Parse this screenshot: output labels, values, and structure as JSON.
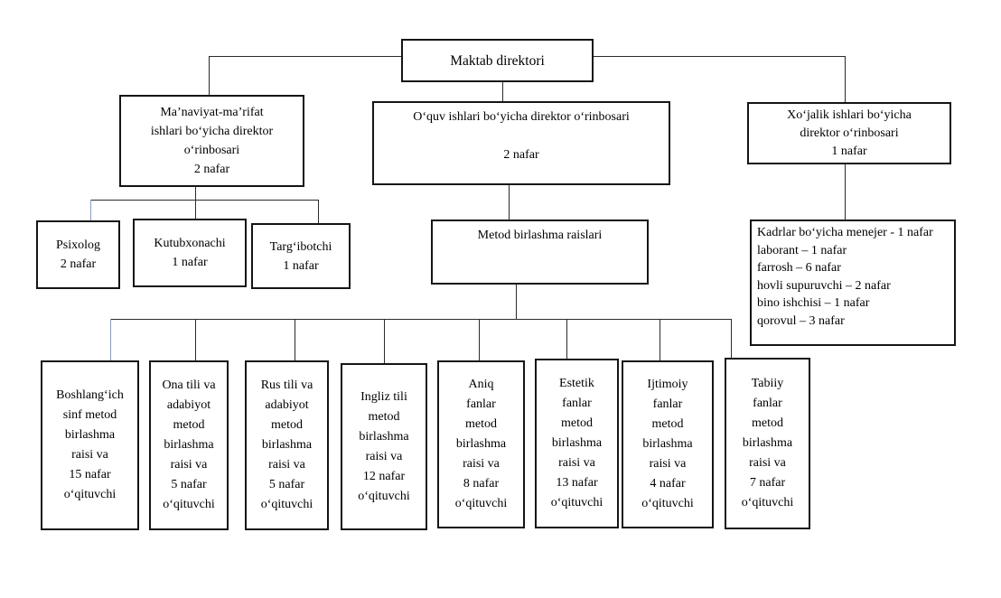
{
  "diagram": {
    "type": "org-chart",
    "root": {
      "label": "Maktab direktori"
    },
    "deputies": [
      {
        "id": "manaviyat",
        "label": "Maʼnaviyat-maʼrifat\nishlari boʻyicha direktor\noʻrinbosari\n2 nafar"
      },
      {
        "id": "oquv",
        "label": "Oʻquv ishlari boʻyicha direktor oʻrinbosari\n\n2 nafar"
      },
      {
        "id": "xojalik",
        "label": "Xoʻjalik ishlari boʻyicha\ndirektor oʻrinbosari\n1 nafar"
      }
    ],
    "support_staff": [
      {
        "label": "Psixolog\n2 nafar"
      },
      {
        "label": "Kutubxonachi\n1 nafar"
      },
      {
        "label": "Targʻibotchi\n1 nafar"
      }
    ],
    "metod": {
      "label": "Metod birlashma raislari"
    },
    "kadrlar": {
      "label": "Kadrlar boʻyicha menejer -  1 nafar\nlaborant – 1 nafar\nfarrosh – 6 nafar\nhovli supuruvchi – 2 nafar\nbino ishchisi – 1 nafar\nqorovul – 3 nafar"
    },
    "method_units": [
      {
        "label": "Boshlangʻich\nsinf metod\nbirlashma\nraisi va\n15 nafar\noʻqituvchi"
      },
      {
        "label": "Ona tili va\nadabiyot\nmetod\nbirlashma\nraisi va\n5 nafar\noʻqituvchi"
      },
      {
        "label": "Rus tili va\nadabiyot\nmetod\nbirlashma\nraisi va\n5 nafar\noʻqituvchi"
      },
      {
        "label": "Ingliz tili\nmetod\nbirlashma\nraisi va\n12 nafar\noʻqituvchi"
      },
      {
        "label": "Aniq\nfanlar\nmetod\nbirlashma\nraisi va\n8 nafar\noʻqituvchi"
      },
      {
        "label": "Estetik\nfanlar\nmetod\nbirlashma\nraisi va\n13 nafar\noʻqituvchi"
      },
      {
        "label": "Ijtimoiy\nfanlar\nmetod\nbirlashma\nraisi va\n4 nafar\noʻqituvchi"
      },
      {
        "label": "Tabiiy\nfanlar\nmetod\nbirlashma\nraisi va\n7 nafar\noʻqituvchi"
      }
    ]
  },
  "colors": {
    "border": "#141414",
    "line": "#2b2b2b",
    "line_blue": "#7d9fd1",
    "text": "#000000",
    "background": "#ffffff"
  }
}
